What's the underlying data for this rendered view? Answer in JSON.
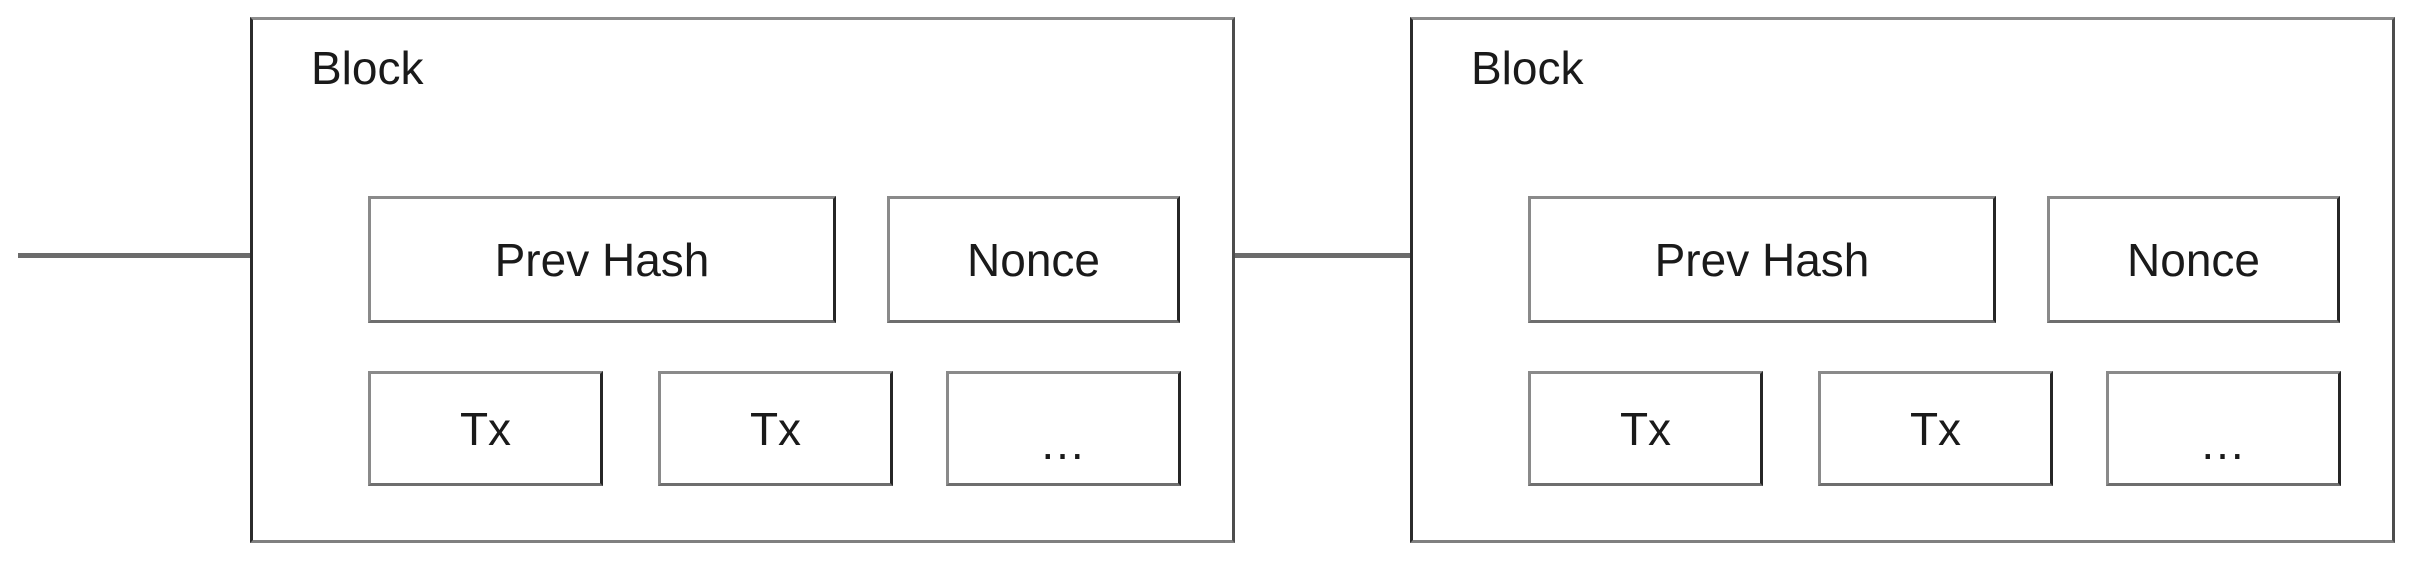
{
  "diagram": {
    "title": "Blockchain block chain structure",
    "type": "block-chain",
    "background_color": "#ffffff",
    "text_color": "#1a1a1a",
    "box_border_color": "#6e6e6e",
    "container_border_color": "#808080",
    "arrow_color": "#000000",
    "line_color": "#6b6b6b"
  },
  "blocks": [
    {
      "title": "Block",
      "header_fields": [
        {
          "label": "Prev Hash",
          "name": "prev-hash"
        },
        {
          "label": "Nonce",
          "name": "nonce"
        }
      ],
      "tx_fields": [
        {
          "label": "Tx",
          "name": "tx"
        },
        {
          "label": "Tx",
          "name": "tx"
        },
        {
          "label": "...",
          "name": "tx-ellipsis"
        }
      ]
    },
    {
      "title": "Block",
      "header_fields": [
        {
          "label": "Prev Hash",
          "name": "prev-hash"
        },
        {
          "label": "Nonce",
          "name": "nonce"
        }
      ],
      "tx_fields": [
        {
          "label": "Tx",
          "name": "tx"
        },
        {
          "label": "Tx",
          "name": "tx"
        },
        {
          "label": "...",
          "name": "tx-ellipsis"
        }
      ]
    }
  ],
  "connectors": [
    {
      "name": "incoming-chain-arrow",
      "from": "previous-block",
      "to": "block-1-prev-hash"
    },
    {
      "name": "block-link-arrow",
      "from": "block-1",
      "to": "block-2-prev-hash"
    }
  ]
}
